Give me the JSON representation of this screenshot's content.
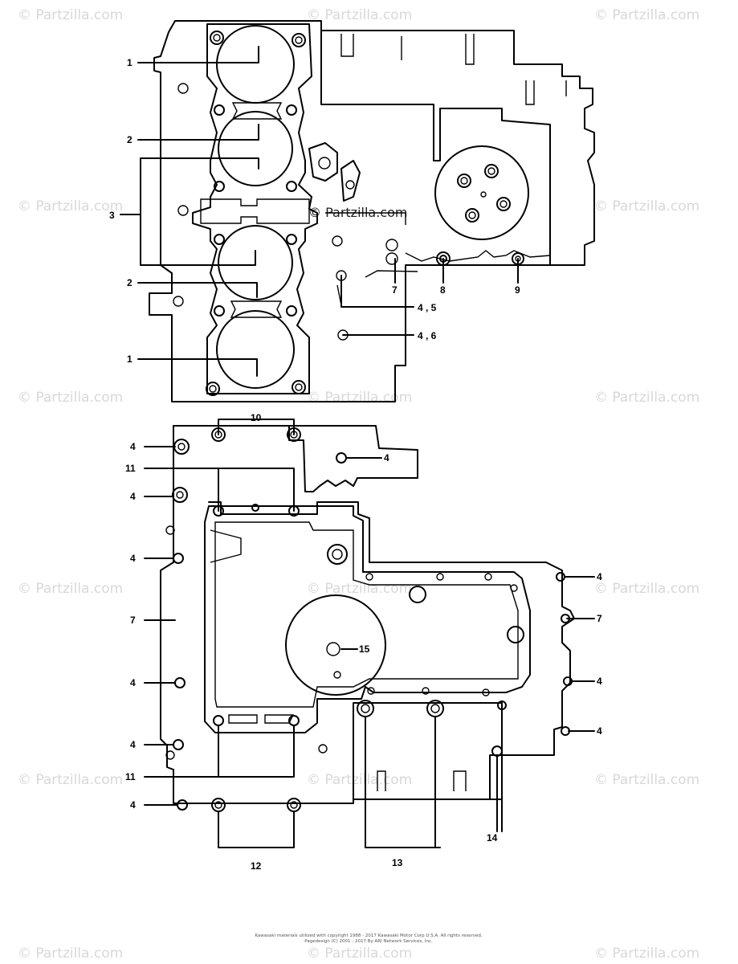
{
  "watermark": {
    "text": "© Partzilla.com",
    "center_text": "© Partzilla.com"
  },
  "callouts_top": {
    "c1a": "1",
    "c2a": "2",
    "c3": "3",
    "c2b": "2",
    "c1b": "1",
    "c7": "7",
    "c8": "8",
    "c9": "9",
    "c45": "4 , 5",
    "c46": "4 , 6"
  },
  "callouts_bottom": {
    "c10": "10",
    "c4a": "4",
    "c4b": "4",
    "c11a": "11",
    "c4c": "4",
    "c4d": "4",
    "c7l": "7",
    "c15": "15",
    "c4e": "4",
    "c4f": "4",
    "c11b": "11",
    "c4g": "4",
    "c4r1": "4",
    "c7r": "7",
    "c4r2": "4",
    "c4r3": "4",
    "c14": "14",
    "c12": "12",
    "c13": "13"
  },
  "footer": {
    "line1": "Kawasaki materials utilized with copyright 1988 - 2017 Kawasaki Motor Corp U.S.A. All rights reserved.",
    "line2": "Pagedesign (C) 2001 - 2017 By ARI Network Services, Inc."
  }
}
